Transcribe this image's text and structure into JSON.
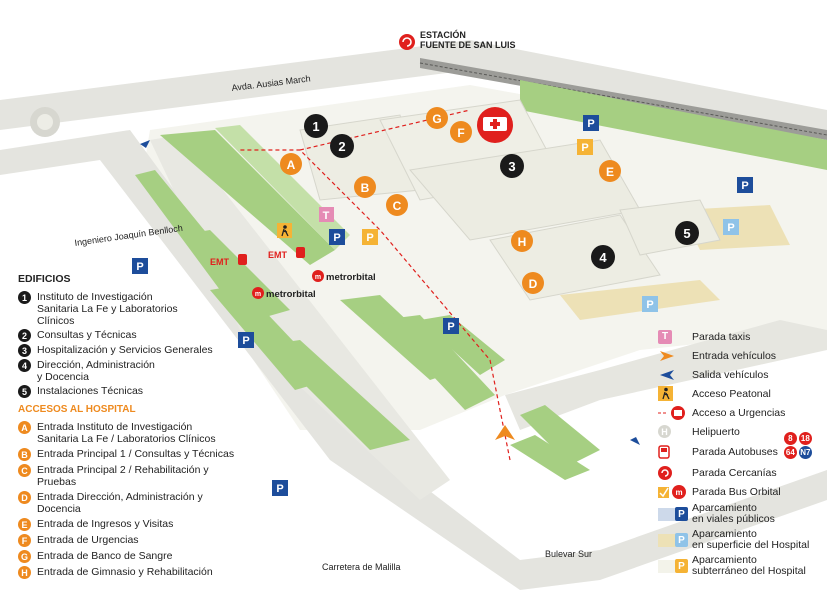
{
  "station": {
    "line1": "ESTACIÓN",
    "line2": "FUENTE DE SAN LUIS"
  },
  "streets": {
    "ausias": "Avda. Ausias March",
    "benlloch": "Ingeniero Joaquín Benlloch",
    "malilla": "Carretera de Malilla",
    "bulevar": "Bulevar Sur"
  },
  "buildings_title": "EDIFICIOS",
  "buildings": [
    {
      "num": "1",
      "label": "Instituto de Investigación Sanitaria La Fe y Laboratorios Clínicos"
    },
    {
      "num": "2",
      "label": "Consultas y Técnicas"
    },
    {
      "num": "3",
      "label": "Hospitalización y Servicios Generales"
    },
    {
      "num": "4",
      "label": "Dirección, Administración y Docencia"
    },
    {
      "num": "5",
      "label": "Instalaciones Técnicas"
    }
  ],
  "access_title": "ACCESOS AL HOSPITAL",
  "accesses": [
    {
      "letter": "A",
      "label": "Entrada Instituto de Investigación Sanitaria La  Fe / Laboratorios Clínicos"
    },
    {
      "letter": "B",
      "label": "Entrada Principal 1 / Consultas y Técnicas"
    },
    {
      "letter": "C",
      "label": "Entrada Principal 2 / Rehabilitación y Pruebas"
    },
    {
      "letter": "D",
      "label": "Entrada Dirección, Administración y Docencia"
    },
    {
      "letter": "E",
      "label": "Entrada de Ingresos y Visitas"
    },
    {
      "letter": "F",
      "label": "Entrada de Urgencias"
    },
    {
      "letter": "G",
      "label": "Entrada de Banco de Sangre"
    },
    {
      "letter": "H",
      "label": "Entrada de Gimnasio y Rehabilitación"
    }
  ],
  "right_legend": {
    "taxi": "Parada taxis",
    "entry": "Entrada vehículos",
    "exit": "Salida vehículos",
    "pedestrian": "Acceso Peatonal",
    "emergency": "Acceso a Urgencias",
    "heliport": "Helipuerto",
    "bus": "Parada Autobuses",
    "cercanias": "Parada Cercanías",
    "orbital": "Parada Bus Orbital",
    "park_public_1": "Aparcamiento",
    "park_public_2": "en viales públicos",
    "park_surface_1": "Aparcamiento",
    "park_surface_2": "en superficie del Hospital",
    "park_under_1": "Aparcamiento",
    "park_under_2": "subterráneo del Hospital"
  },
  "bus_lines": [
    "8",
    "18",
    "64",
    "N7"
  ],
  "map_markers": {
    "emt": "EMT",
    "metrorbital": "metrorbital",
    "p": "P",
    "t": "T",
    "h": "H"
  },
  "colors": {
    "orange": "#ee8a1f",
    "black_circle": "#1a1a1a",
    "red": "#e0201d",
    "blue_parking": "#1d4d9b",
    "light_blue_parking": "#8fc3e8",
    "yellow_parking": "#f5b335",
    "green": "#a6cf82",
    "taxi": "#e58bb5",
    "road": "#e1e1dc",
    "building": "#f1f1e9",
    "surface_parking": "#ede1b6"
  }
}
